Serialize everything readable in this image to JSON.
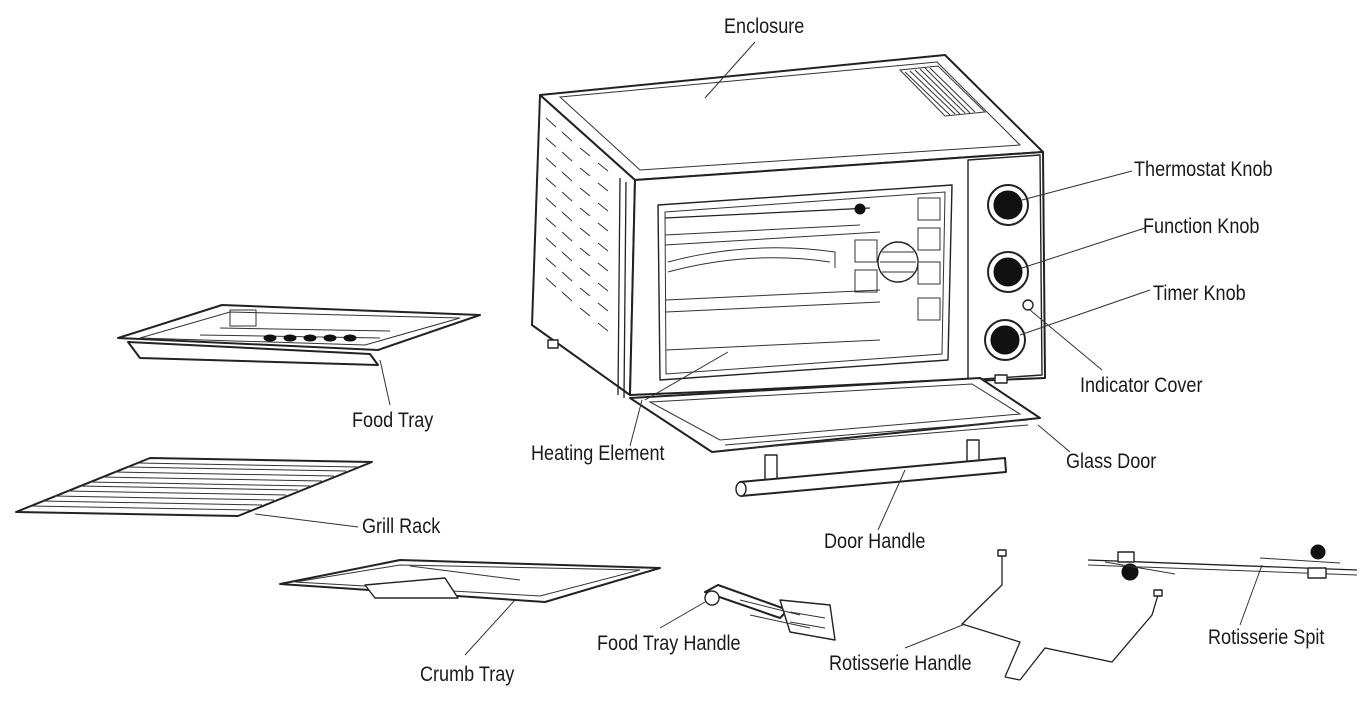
{
  "labels": {
    "enclosure": "Enclosure",
    "thermostat_knob": "Thermostat Knob",
    "function_knob": "Function Knob",
    "timer_knob": "Timer Knob",
    "indicator_cover": "Indicator Cover",
    "food_tray": "Food Tray",
    "heating_element": "Heating Element",
    "glass_door": "Glass Door",
    "grill_rack": "Grill Rack",
    "door_handle": "Door Handle",
    "crumb_tray": "Crumb Tray",
    "food_tray_handle": "Food Tray Handle",
    "rotisserie_handle": "Rotisserie Handle",
    "rotisserie_spit": "Rotisserie Spit"
  },
  "colors": {
    "line": "#222222",
    "text": "#1a1a1a",
    "background": "#ffffff"
  }
}
